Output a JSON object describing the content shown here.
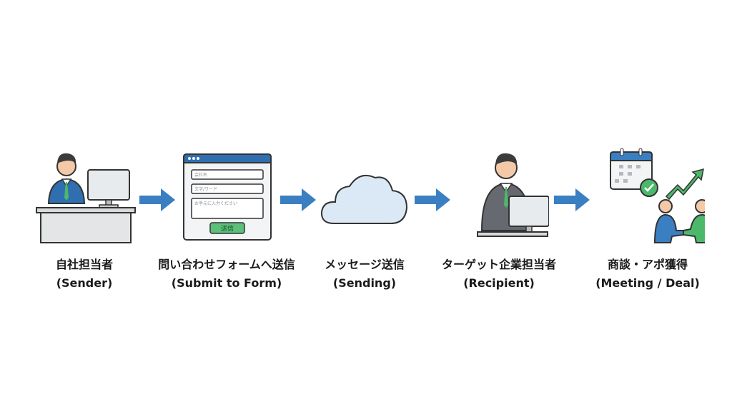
{
  "steps": [
    {
      "label_ja": "自社担当者",
      "label_en": "(Sender)"
    },
    {
      "label_ja": "問い合わせフォームへ送信",
      "label_en": "(Submit to Form)"
    },
    {
      "label_ja": "メッセージ送信",
      "label_en": "(Sending)"
    },
    {
      "label_ja": "ターゲット企業担当者",
      "label_en": "(Recipient)"
    },
    {
      "label_ja": "商談・アポ獲得",
      "label_en": "(Meeting / Deal)"
    }
  ],
  "form": {
    "field1_placeholder": "会社名",
    "field2_placeholder": "文字/ワード",
    "field3_placeholder": "お手元に入力ください",
    "submit_label": "送信"
  },
  "colors": {
    "arrow": "#3a7fc1",
    "accent_green": "#4cb86a",
    "window_blue": "#2f6fb0"
  }
}
